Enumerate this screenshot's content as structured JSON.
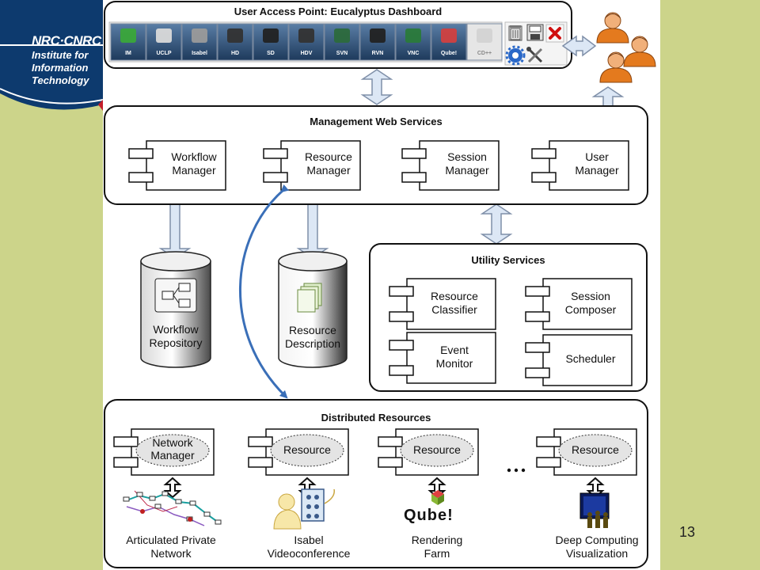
{
  "logo": {
    "brand": "NRC·CNRC",
    "institute": "Institute for\nInformation\nTechnology"
  },
  "dashboard": {
    "title": "User Access Point: Eucalyptus Dashboard",
    "tools": [
      {
        "label": "IM",
        "icon": "im-icon"
      },
      {
        "label": "UCLP",
        "icon": "uclp-icon"
      },
      {
        "label": "Isabel",
        "icon": "isabel-icon"
      },
      {
        "label": "HD",
        "icon": "hd-camera-icon"
      },
      {
        "label": "SD",
        "icon": "sd-device-icon"
      },
      {
        "label": "HDV",
        "icon": "hdv-device-icon"
      },
      {
        "label": "SVN",
        "icon": "svn-icon"
      },
      {
        "label": "RVN",
        "icon": "rvn-icon"
      },
      {
        "label": "VNC",
        "icon": "vnc-icon"
      },
      {
        "label": "Qube!",
        "icon": "qube-icon"
      },
      {
        "label": "CD++",
        "icon": "cdpp-icon"
      }
    ],
    "actions": [
      "trash-icon",
      "save-icon",
      "close-icon",
      "settings-icon",
      "tools-icon"
    ]
  },
  "management": {
    "title": "Management Web Services",
    "components": [
      "Workflow\nManager",
      "Resource\nManager",
      "Session\nManager",
      "User\nManager"
    ]
  },
  "repositories": [
    {
      "label": "Workflow\nRepository"
    },
    {
      "label": "Resource\nDescription"
    }
  ],
  "utility": {
    "title": "Utility Services",
    "components": [
      "Resource\nClassifier",
      "Session\nComposer",
      "Event\nMonitor",
      "Scheduler"
    ]
  },
  "distributed": {
    "title": "Distributed Resources",
    "nodes": [
      {
        "ellipse": "Network\nManager",
        "caption": "Articulated Private\nNetwork"
      },
      {
        "ellipse": "Resource",
        "caption": "Isabel\nVideoconference"
      },
      {
        "ellipse": "Resource",
        "caption": "Rendering\nFarm"
      },
      {
        "ellipse": "Resource",
        "caption": "Deep Computing\nVisualization"
      }
    ],
    "ellipsis": "...",
    "qube_logo": "Qube!"
  },
  "page_number": "13",
  "colors": {
    "background": "#ccd48a",
    "logo_blue": "#0d3a6e",
    "arrow_fill": "#dce7f5",
    "arrow_stroke": "#7f8fa8",
    "curve_blue": "#3a6fb8",
    "toolbar_blue": "#2a4a70"
  }
}
